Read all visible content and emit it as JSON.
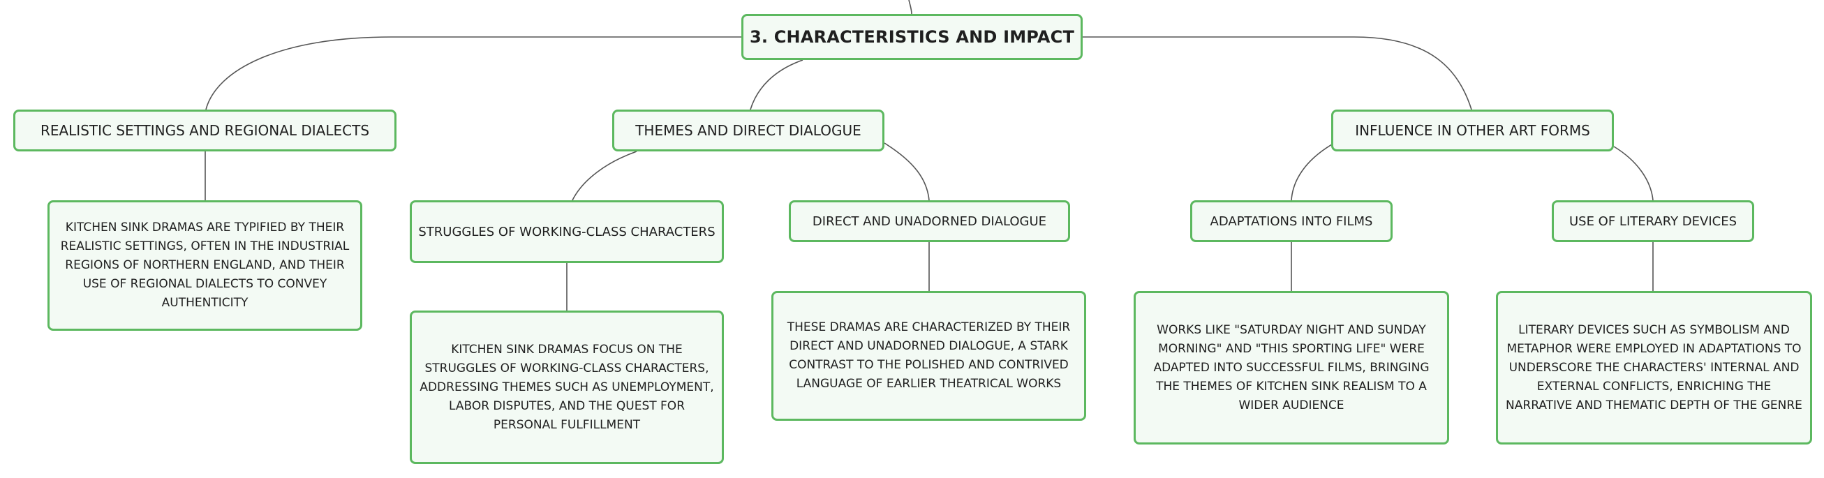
{
  "root": {
    "title": "3. CHARACTERISTICS AND IMPACT"
  },
  "branches": [
    {
      "label": "REALISTIC SETTINGS AND REGIONAL DIALECTS",
      "children": [
        {
          "detail": "KITCHEN SINK DRAMAS ARE TYPIFIED BY THEIR REALISTIC SETTINGS, OFTEN IN THE INDUSTRIAL REGIONS OF NORTHERN ENGLAND, AND THEIR USE OF REGIONAL DIALECTS TO CONVEY AUTHENTICITY"
        }
      ]
    },
    {
      "label": "THEMES AND DIRECT DIALOGUE",
      "children": [
        {
          "label": "STRUGGLES OF WORKING-CLASS CHARACTERS",
          "detail": "KITCHEN SINK DRAMAS FOCUS ON THE STRUGGLES OF WORKING-CLASS CHARACTERS, ADDRESSING THEMES SUCH AS UNEMPLOYMENT, LABOR DISPUTES, AND THE QUEST FOR PERSONAL FULFILLMENT"
        },
        {
          "label": "DIRECT AND UNADORNED DIALOGUE",
          "detail": "THESE DRAMAS ARE CHARACTERIZED BY THEIR DIRECT AND UNADORNED DIALOGUE, A STARK CONTRAST TO THE POLISHED AND CONTRIVED LANGUAGE OF EARLIER THEATRICAL WORKS"
        }
      ]
    },
    {
      "label": "INFLUENCE IN OTHER ART FORMS",
      "children": [
        {
          "label": "ADAPTATIONS INTO FILMS",
          "detail": "WORKS LIKE \"SATURDAY NIGHT AND SUNDAY MORNING\" AND \"THIS SPORTING LIFE\" WERE ADAPTED INTO SUCCESSFUL FILMS, BRINGING THE THEMES OF KITCHEN SINK REALISM TO A WIDER AUDIENCE"
        },
        {
          "label": "USE OF LITERARY DEVICES",
          "detail": "LITERARY DEVICES SUCH AS SYMBOLISM AND METAPHOR WERE EMPLOYED IN ADAPTATIONS TO UNDERSCORE THE CHARACTERS' INTERNAL AND EXTERNAL CONFLICTS, ENRICHING THE NARRATIVE AND THEMATIC DEPTH OF THE GENRE"
        }
      ]
    }
  ],
  "colors": {
    "node_border": "#5cb85f",
    "node_fill": "#f3faf4",
    "connector": "#555555",
    "text": "#1f1f1f"
  }
}
